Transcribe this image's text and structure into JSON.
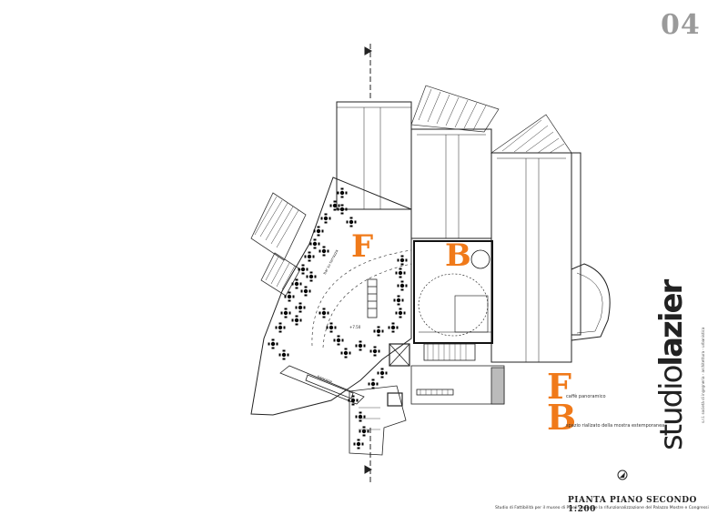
{
  "page_number": "04",
  "zones": {
    "f_letter": "F",
    "b_letter": "B"
  },
  "plan_labels": {
    "bar_terrace": "bar su terrazza",
    "bar_counter": "bancone",
    "reception": "+7.50"
  },
  "legend": {
    "f_letter": "F",
    "f_text": "caffè panoramico",
    "b_letter": "B",
    "b_text": "spazio riallzato della mostra estemporanea"
  },
  "logo": {
    "part1": "studio",
    "part2": "lazier",
    "subtitle": "s.r.l. società di ingegneria - architettura - urbanistica"
  },
  "title": "PIANTA PIANO SECONDO 1:200",
  "caption": "Studio di Fattibilità per il museo di Pinell Galloso e la rifunzionalizzazione del Palazzo Mostre e Congressi",
  "colors": {
    "accent": "#f07a1a",
    "line": "#222222",
    "page_number": "#9a9a9a"
  }
}
